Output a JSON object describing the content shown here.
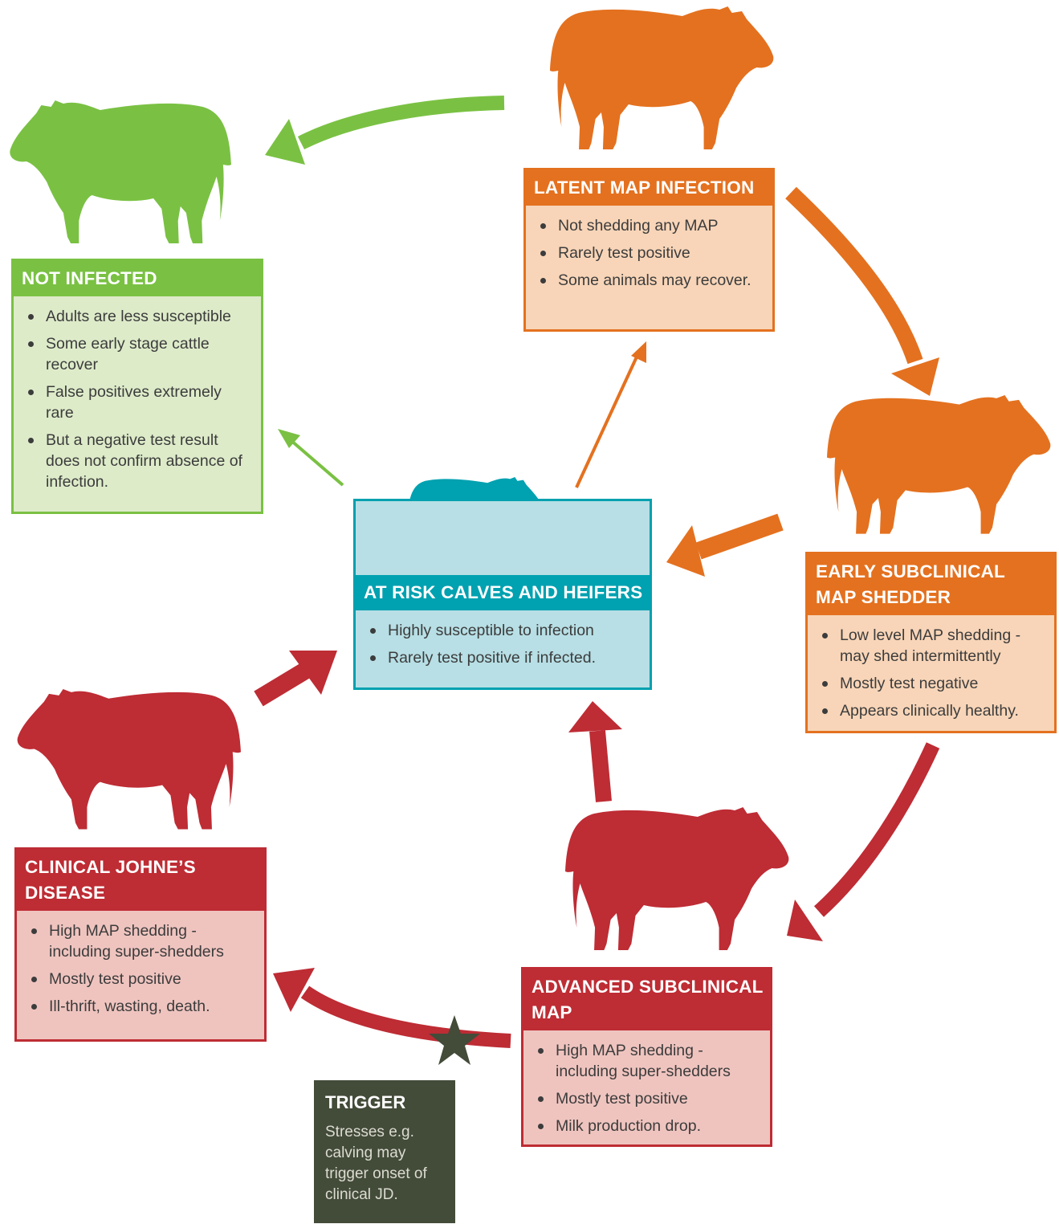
{
  "colors": {
    "green": "#7ac143",
    "orange": "#e4711f",
    "red": "#be2c34",
    "teal": "#00a1b0",
    "trigger": "#434b39"
  },
  "icons": [
    "cow-silhouette-icon",
    "calf-silhouette-icon",
    "star-icon"
  ],
  "not_infected": {
    "title": "NOT INFECTED",
    "bullets": [
      "Adults are less susceptible",
      "Some early stage cattle recover",
      "False positives extremely rare",
      "But a negative test result does not confirm absence of infection."
    ]
  },
  "latent": {
    "title": "LATENT MAP INFECTION",
    "bullets": [
      "Not shedding any MAP",
      "Rarely test positive",
      "Some animals may recover."
    ]
  },
  "at_risk": {
    "title": "AT RISK CALVES AND HEIFERS",
    "bullets": [
      "Highly susceptible to infection",
      "Rarely test positive if infected."
    ]
  },
  "early": {
    "title": "EARLY SUBCLINICAL MAP SHEDDER",
    "bullets": [
      "Low level MAP shedding - may shed intermittently",
      "Mostly test negative",
      "Appears clinically healthy."
    ]
  },
  "clinical": {
    "title": "CLINICAL JOHNE’S DISEASE",
    "bullets": [
      "High MAP shedding - including super-shedders",
      "Mostly test positive",
      "Ill-thrift, wasting, death."
    ]
  },
  "advanced": {
    "title": "ADVANCED SUBCLINICAL MAP",
    "bullets": [
      "High MAP shedding - including super-shedders",
      "Mostly test positive",
      "Milk production drop."
    ]
  },
  "trigger": {
    "title": "TRIGGER",
    "text": "Stresses e.g. calving may trigger onset of clinical JD."
  }
}
